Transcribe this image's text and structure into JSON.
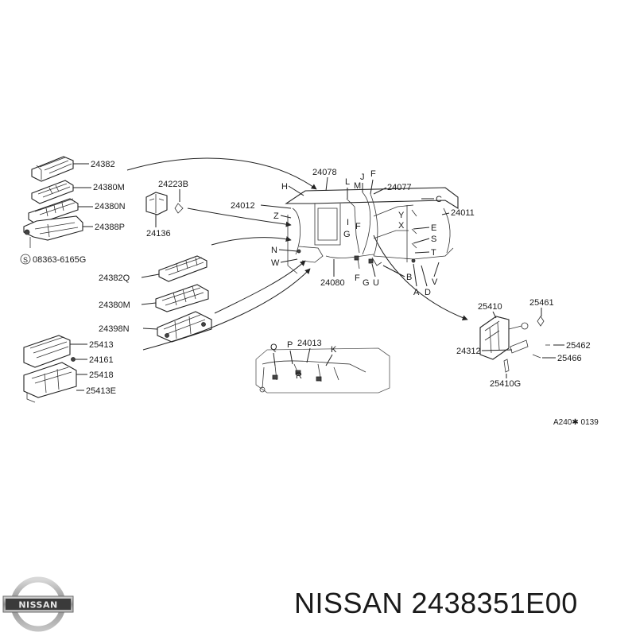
{
  "labels": {
    "p24382": "24382",
    "p24380M": "24380M",
    "p24380N": "24380N",
    "p24388P": "24388P",
    "p24223B": "24223B",
    "p24136": "24136",
    "p08363": "08363-6165G",
    "p08363_prefix": "S",
    "p24382Q": "24382Q",
    "p24380M2": "24380M",
    "p24398N": "24398N",
    "p25413": "25413",
    "p24161": "24161",
    "p25418": "25418",
    "p25413E": "25413E",
    "p24078": "24078",
    "p24077": "24077",
    "p24012": "24012",
    "p24011": "24011",
    "p24080": "24080",
    "p24013": "24013",
    "p25410": "25410",
    "p25461": "25461",
    "p24312": "24312",
    "p25462": "25462",
    "p25466": "25466",
    "p25410G": "25410G",
    "ref_code": "A240✱ 0139"
  },
  "letters": {
    "H": "H",
    "L": "L",
    "J": "J",
    "F": "F",
    "M": "M",
    "C": "C",
    "Z": "Z",
    "I": "I",
    "Y": "Y",
    "X": "X",
    "G": "G",
    "F2": "F",
    "E": "E",
    "S": "S",
    "N": "N",
    "W": "W",
    "T": "T",
    "F3": "F",
    "G2": "G",
    "U": "U",
    "B": "B",
    "A": "A",
    "D": "D",
    "V": "V",
    "Q": "Q",
    "P": "P",
    "R": "R",
    "K": "K"
  },
  "logo": {
    "text": "NISSAN"
  },
  "caption": {
    "text": "NISSAN 2438351E00"
  }
}
